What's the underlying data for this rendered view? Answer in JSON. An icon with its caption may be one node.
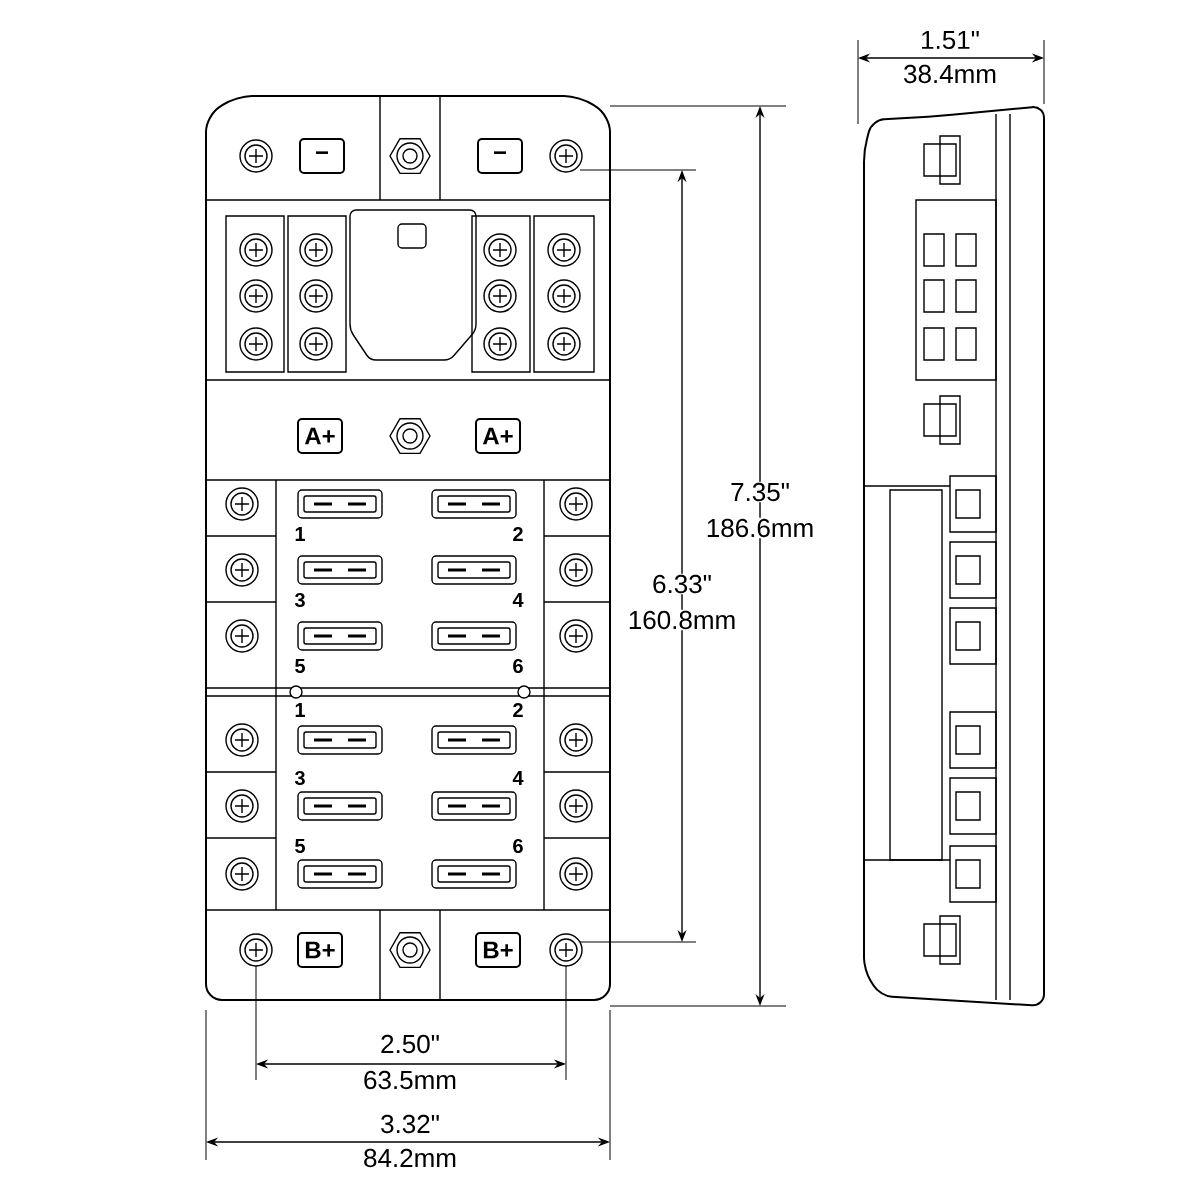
{
  "diagram": {
    "nodes": [
      {
        "text": [
          "−"
        ]
      },
      {
        "text": [
          "−"
        ]
      },
      {
        "text": [
          "A+"
        ]
      },
      {
        "text": [
          "A+"
        ]
      },
      {
        "text": [
          "B+"
        ]
      },
      {
        "text": [
          "B+"
        ]
      }
    ],
    "labels": [
      "1.51\"",
      "38.4mm",
      "7.35\"",
      "186.6mm",
      "6.33\"",
      "160.8mm",
      "1",
      "2",
      "3",
      "4",
      "5",
      "6",
      "1",
      "2",
      "3",
      "4",
      "5",
      "6",
      "2.50\"",
      "63.5mm",
      "3.32\"",
      "84.2mm"
    ]
  }
}
